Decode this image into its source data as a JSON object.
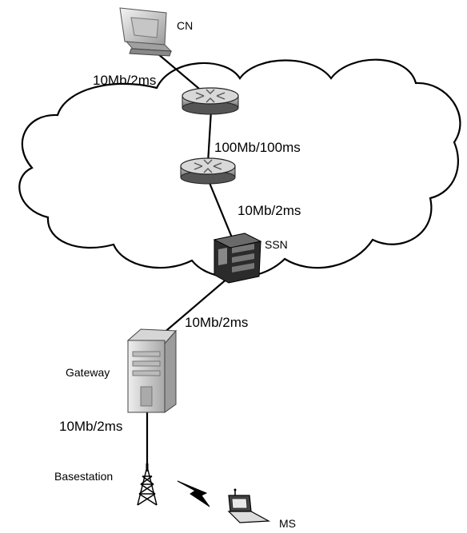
{
  "nodes": {
    "cn": "CN",
    "ssn": "SSN",
    "gateway": "Gateway",
    "basestation": "Basestation",
    "ms": "MS"
  },
  "links": {
    "cn_router1": "10Mb/2ms",
    "router1_router2": "100Mb/100ms",
    "router2_ssn": "10Mb/2ms",
    "ssn_gateway": "10Mb/2ms",
    "gateway_basestation": "10Mb/2ms"
  }
}
